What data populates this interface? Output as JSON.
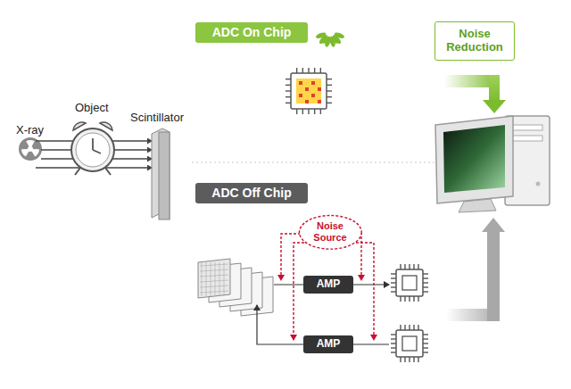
{
  "diagram": {
    "nodes": [
      {
        "text": [
          "ADC On Chip"
        ]
      },
      {
        "text": [
          "Noise Reduction"
        ]
      },
      {
        "text": [
          "ADC Off Chip"
        ]
      },
      {
        "text": [
          "Noise Source"
        ]
      },
      {
        "text": [
          "AMP"
        ]
      },
      {
        "text": [
          "AMP"
        ]
      }
    ],
    "labels": [
      "X-ray",
      "Object",
      "Scintillator"
    ]
  }
}
